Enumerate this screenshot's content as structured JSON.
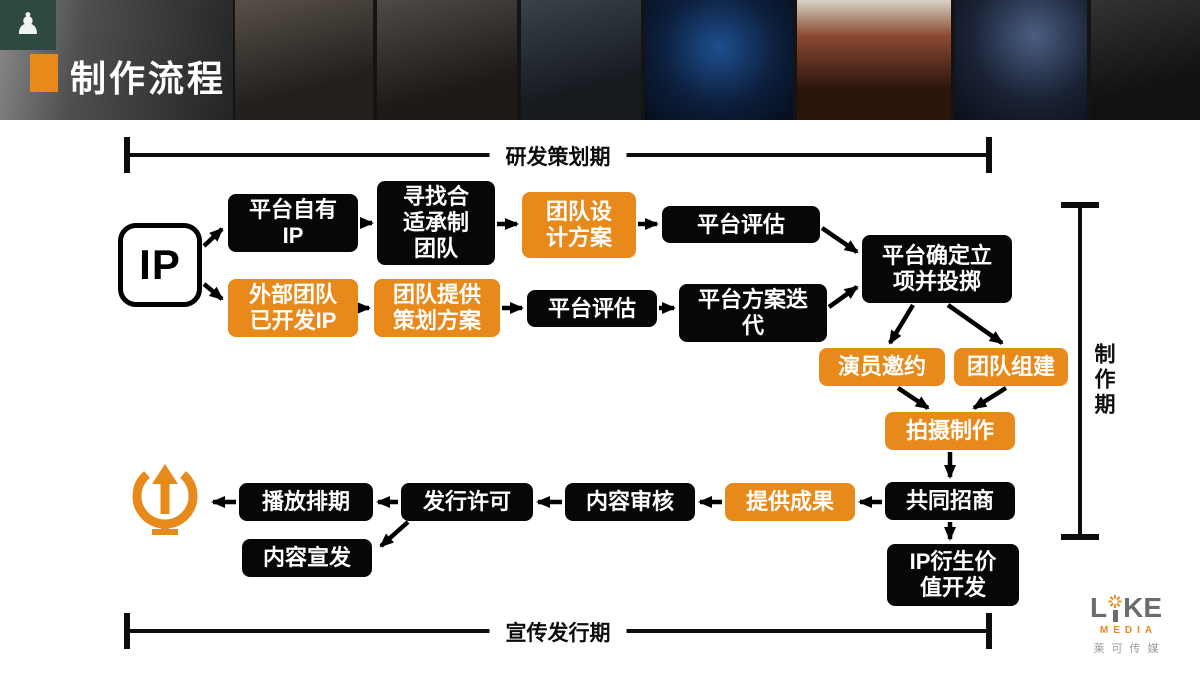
{
  "slide": {
    "title": "制作流程"
  },
  "phases": {
    "top": "研发策划期",
    "right": "制作期",
    "bottom": "宣传发行期"
  },
  "nodes": {
    "ip": {
      "label": "IP"
    },
    "platform_own_ip": {
      "label": "平台自有\nIP"
    },
    "find_team": {
      "label": "寻找合\n适承制\n团队"
    },
    "team_design": {
      "label": "团队设\n计方案"
    },
    "platform_eval_1": {
      "label": "平台评估"
    },
    "approval": {
      "label": "平台确定立\n项并投掷"
    },
    "external_ip": {
      "label": "外部团队\n已开发IP"
    },
    "team_plan": {
      "label": "团队提供\n策划方案"
    },
    "platform_eval_2": {
      "label": "平台评估"
    },
    "plan_iteration": {
      "label": "平台方案迭\n代"
    },
    "actor_invite": {
      "label": "演员邀约"
    },
    "team_build": {
      "label": "团队组建"
    },
    "shooting": {
      "label": "拍摄制作"
    },
    "joint_merchants": {
      "label": "共同招商"
    },
    "ip_derivative": {
      "label": "IP衍生价\n值开发"
    },
    "deliver_results": {
      "label": "提供成果"
    },
    "content_review": {
      "label": "内容审核"
    },
    "distribution_license": {
      "label": "发行许可"
    },
    "broadcast_schedule": {
      "label": "播放排期"
    },
    "content_promotion": {
      "label": "内容宣发"
    }
  },
  "edges": [
    {
      "from": "ip",
      "to": "platform_own_ip"
    },
    {
      "from": "ip",
      "to": "external_ip"
    },
    {
      "from": "platform_own_ip",
      "to": "find_team"
    },
    {
      "from": "find_team",
      "to": "team_design"
    },
    {
      "from": "team_design",
      "to": "platform_eval_1"
    },
    {
      "from": "platform_eval_1",
      "to": "approval"
    },
    {
      "from": "external_ip",
      "to": "team_plan"
    },
    {
      "from": "team_plan",
      "to": "platform_eval_2"
    },
    {
      "from": "platform_eval_2",
      "to": "plan_iteration"
    },
    {
      "from": "plan_iteration",
      "to": "approval"
    },
    {
      "from": "approval",
      "to": "actor_invite"
    },
    {
      "from": "approval",
      "to": "team_build"
    },
    {
      "from": "actor_invite",
      "to": "shooting"
    },
    {
      "from": "team_build",
      "to": "shooting"
    },
    {
      "from": "shooting",
      "to": "joint_merchants"
    },
    {
      "from": "joint_merchants",
      "to": "ip_derivative"
    },
    {
      "from": "joint_merchants",
      "to": "deliver_results"
    },
    {
      "from": "deliver_results",
      "to": "content_review"
    },
    {
      "from": "content_review",
      "to": "distribution_license"
    },
    {
      "from": "distribution_license",
      "to": "broadcast_schedule"
    },
    {
      "from": "distribution_license",
      "to": "content_promotion"
    },
    {
      "from": "broadcast_schedule",
      "to": "broadcast_icon"
    }
  ],
  "icons": {
    "broadcast": "dish-with-up-arrow",
    "logo_sunburst": "sunburst"
  },
  "logo": {
    "word_start": "L",
    "word_end": "KE",
    "media": "MEDIA",
    "chinese": "莱可传媒"
  },
  "colors": {
    "accent": "#E8891B",
    "node_black": "#070707"
  }
}
